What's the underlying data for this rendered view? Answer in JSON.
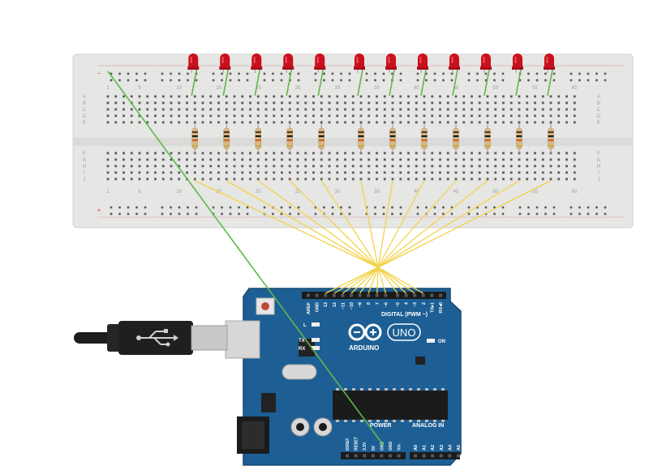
{
  "breadboard": {
    "column_numbers": [
      "1",
      "5",
      "10",
      "15",
      "20",
      "25",
      "30",
      "35",
      "40",
      "45",
      "50",
      "55",
      "60"
    ],
    "row_letters_top": [
      "A",
      "B",
      "C",
      "D",
      "E"
    ],
    "row_letters_bottom": [
      "F",
      "G",
      "H",
      "I",
      "J"
    ],
    "minus_sign": "−",
    "plus_sign": "+"
  },
  "components": {
    "led_count": 12,
    "resistor_count": 12,
    "led_color": "#c8101e",
    "wire_yellow": "#f2d34a",
    "wire_green": "#5fb84a"
  },
  "arduino": {
    "brand": "ARDUINO",
    "model": "UNO",
    "digital_label": "DIGITAL (PWM ~)",
    "power_label": "POWER",
    "analog_label": "ANALOG IN",
    "on_label": "ON",
    "l_label": "L",
    "tx_label": "TX",
    "rx_label": "RX",
    "digital_pins": [
      "AREF",
      "GND",
      "13",
      "12",
      "~11",
      "~10",
      "~9",
      "8",
      "7",
      "~6",
      "~5",
      "4",
      "~3",
      "2",
      "TX▸1",
      "RX◂0"
    ],
    "power_pins": [
      "IOREF",
      "RESET",
      "3.3V",
      "5V",
      "GND",
      "GND",
      "Vin"
    ],
    "analog_pins": [
      "A0",
      "A1",
      "A2",
      "A3",
      "A4",
      "A5"
    ],
    "board_color": "#1d5f94"
  }
}
